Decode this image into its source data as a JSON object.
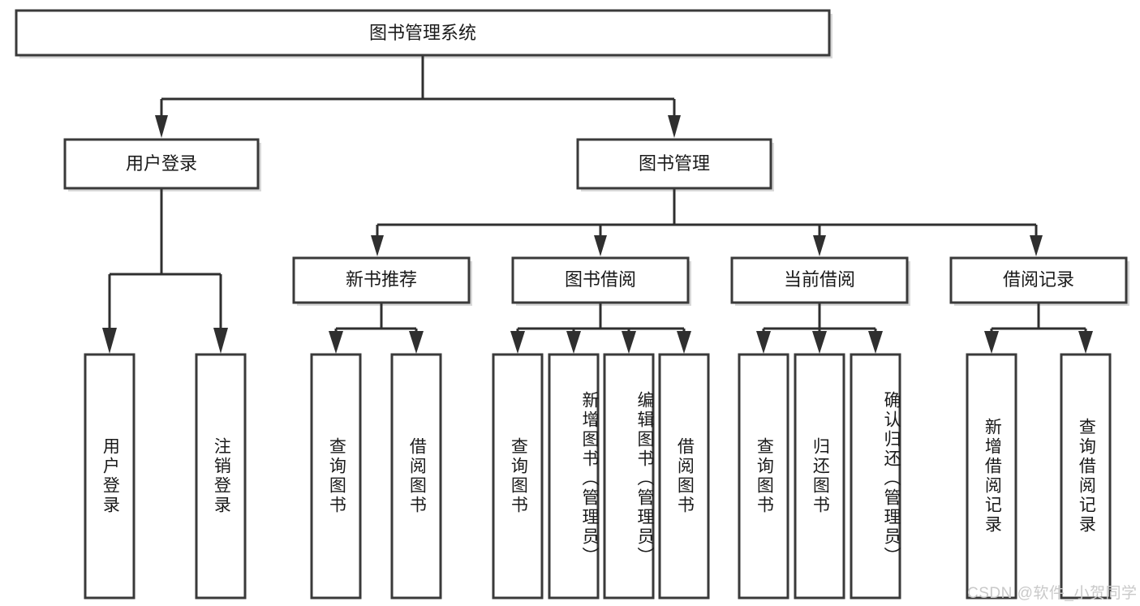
{
  "diagram": {
    "title": "图书管理系统",
    "type": "tree-hierarchy-chart",
    "root": {
      "id": "root",
      "label": "图书管理系统"
    },
    "level1": [
      {
        "id": "user-login",
        "label": "用户登录"
      },
      {
        "id": "book-management",
        "label": "图书管理"
      }
    ],
    "level2": [
      {
        "id": "new-book-recommend",
        "label": "新书推荐",
        "parent": "book-management"
      },
      {
        "id": "book-borrow",
        "label": "图书借阅",
        "parent": "book-management"
      },
      {
        "id": "current-borrow",
        "label": "当前借阅",
        "parent": "book-management"
      },
      {
        "id": "borrow-record",
        "label": "借阅记录",
        "parent": "book-management"
      }
    ],
    "leaves": [
      {
        "id": "leaf-user-login",
        "label": "用户登录",
        "parent": "user-login"
      },
      {
        "id": "leaf-logout-login",
        "label": "注销登录",
        "parent": "user-login"
      },
      {
        "id": "leaf-query-book-1",
        "label": "查询图书",
        "parent": "new-book-recommend"
      },
      {
        "id": "leaf-borrow-book-1",
        "label": "借阅图书",
        "parent": "new-book-recommend"
      },
      {
        "id": "leaf-query-book-2",
        "label": "查询图书",
        "parent": "book-borrow"
      },
      {
        "id": "leaf-add-book",
        "label": "新增图书（管理员）",
        "parent": "book-borrow"
      },
      {
        "id": "leaf-edit-book",
        "label": "编辑图书（管理员）",
        "parent": "book-borrow"
      },
      {
        "id": "leaf-borrow-book-2",
        "label": "借阅图书",
        "parent": "book-borrow"
      },
      {
        "id": "leaf-query-book-3",
        "label": "查询图书",
        "parent": "current-borrow"
      },
      {
        "id": "leaf-return-book",
        "label": "归还图书",
        "parent": "current-borrow"
      },
      {
        "id": "leaf-confirm-return",
        "label": "确认归还（管理员）",
        "parent": "current-borrow"
      },
      {
        "id": "leaf-add-record",
        "label": "新增借阅记录",
        "parent": "borrow-record"
      },
      {
        "id": "leaf-query-record",
        "label": "查询借阅记录",
        "parent": "borrow-record"
      }
    ]
  },
  "watermark": {
    "text": "CSDN @软件_小贺同学"
  },
  "colors": {
    "box_stroke": "#3a3a3a",
    "connector": "#2f2f2f",
    "box_fill": "#ffffff",
    "text": "#1a1a1a",
    "watermark": "#c9c9c9",
    "page_background": "#ffffff"
  }
}
